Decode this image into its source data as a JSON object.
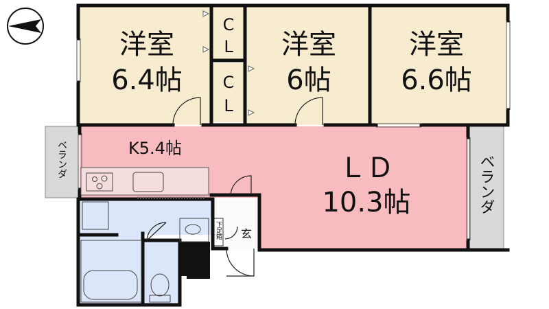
{
  "compass": {
    "icon": "north-arrow-icon"
  },
  "rooms": {
    "western1": {
      "name": "洋室",
      "size": "6.4帖"
    },
    "western2": {
      "name": "洋室",
      "size": "6帖"
    },
    "western3": {
      "name": "洋室",
      "size": "6.6帖"
    },
    "closet_top": {
      "line1": "C",
      "line2": "L"
    },
    "closet_bottom": {
      "line1": "C",
      "line2": "L"
    },
    "kitchen": {
      "label": "K5.4帖"
    },
    "ld": {
      "name": "ＬＤ",
      "size": "10.3帖"
    },
    "entrance": {
      "label": "玄"
    },
    "shoe_box": {
      "label": "下足箱"
    },
    "veranda_left": {
      "label": "ベランダ"
    },
    "veranda_right": {
      "label": "ベランダ"
    }
  },
  "colors": {
    "western_room": "#f8ecd0",
    "ld_kitchen": "#f8bcc0",
    "wet_area": "#dbe6fb",
    "veranda": "#d9d9d9",
    "entrance": "#fbfbfb",
    "wall": "#111111"
  }
}
